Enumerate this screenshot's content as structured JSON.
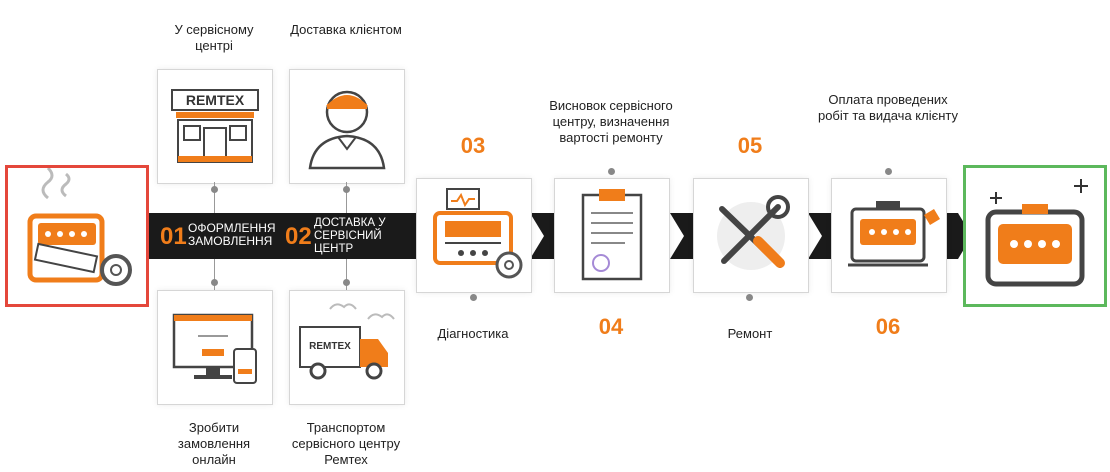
{
  "steps_top": {
    "s1": "У сервісному центрі",
    "s2": "Доставка клієнтом",
    "s4_text": "Висновок сервісного центру, визначення вартості ремонту",
    "s6_text": "Оплата проведених робіт та видача клієнту"
  },
  "steps_bottom": {
    "s1": "Зробити замовлення онлайн",
    "s2": "Транспортом сервісного центру Ремтех",
    "s3_text": "Діагностика",
    "s5_text": "Ремонт"
  },
  "numbers": {
    "n01": "01",
    "n02": "02",
    "n03": "03",
    "n04": "04",
    "n05": "05",
    "n06": "06"
  },
  "band": {
    "step1_label": "ОФОРМЛЕННЯ ЗАМОВЛЕННЯ",
    "step2_label": "ДОСТАВКА У СЕРВІСНИЙ ЦЕНТР"
  },
  "brand": {
    "logo": "REMTEX",
    "accent": "#f07d1a",
    "dark": "#1a1a1a",
    "start_border": "#e4473b",
    "end_border": "#5cb85c"
  },
  "icons": {
    "start": "broken-generator-icon",
    "service_center": "storefront-icon",
    "client_delivery": "courier-icon",
    "online_order": "computer-order-icon",
    "truck": "delivery-truck-icon",
    "diagnostics": "generator-diagnostics-icon",
    "conclusion": "clipboard-report-icon",
    "repair": "tools-icon",
    "payment": "generator-payment-icon",
    "end": "repaired-generator-icon"
  }
}
